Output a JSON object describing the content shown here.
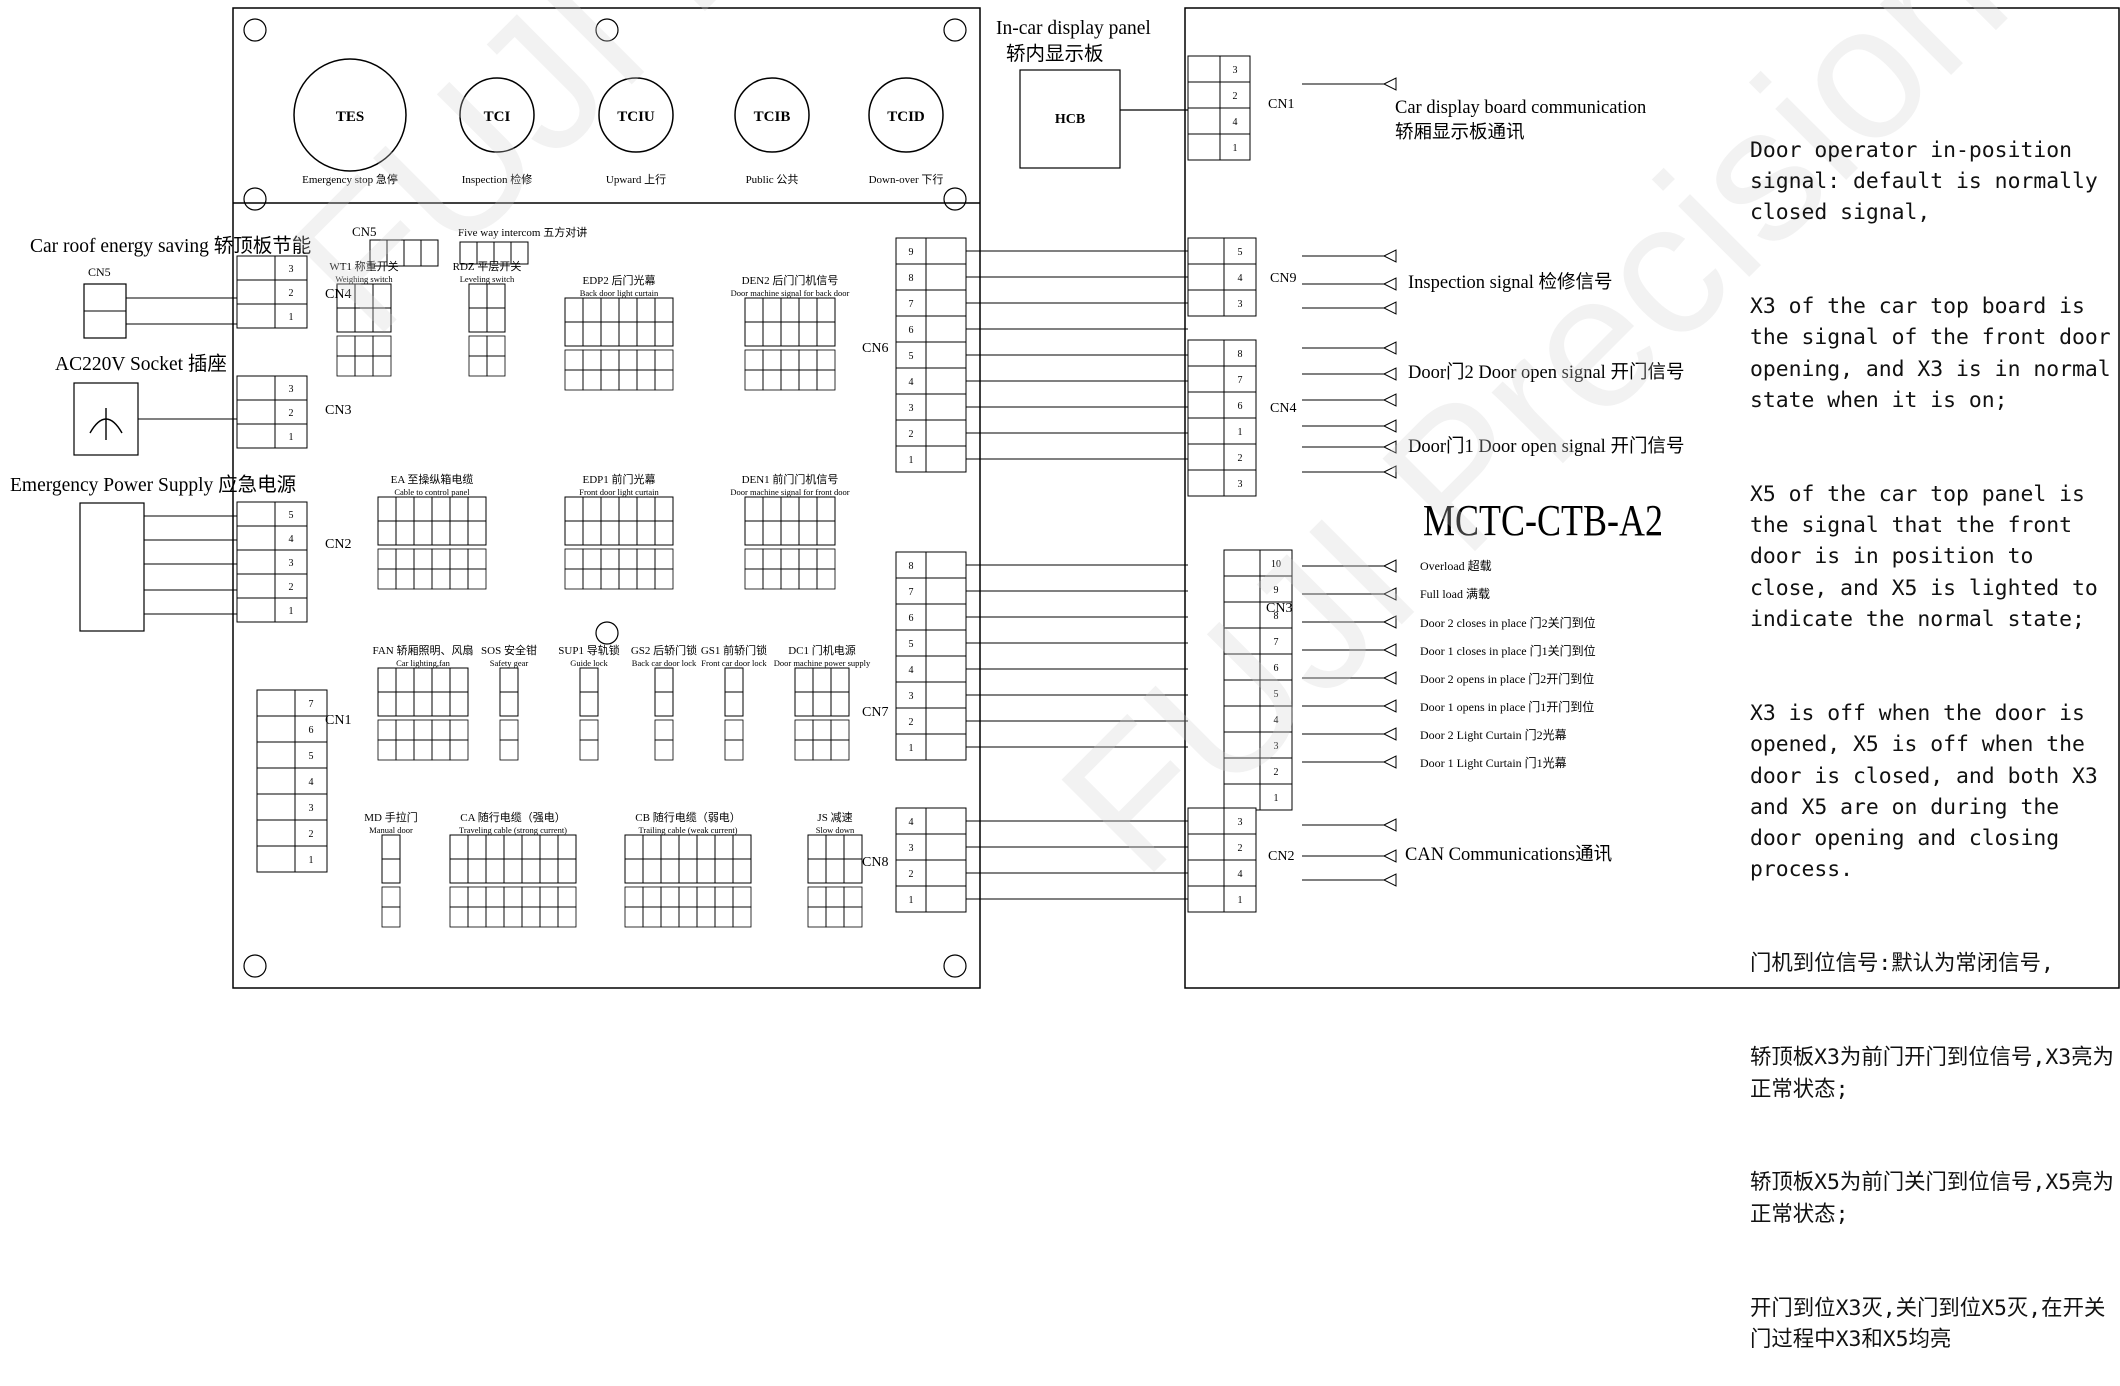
{
  "board": {
    "title": "MCTC-CTB-A2",
    "buttons": [
      {
        "id": "TES",
        "caption": "Emergency stop 急停"
      },
      {
        "id": "TCI",
        "caption": "Inspection 检修"
      },
      {
        "id": "TCIU",
        "caption": "Upward 上行"
      },
      {
        "id": "TCIB",
        "caption": "Public 公共"
      },
      {
        "id": "TCID",
        "caption": "Down-over 下行"
      }
    ],
    "cn5_top": {
      "label": "CN5",
      "intercom": "Five way intercom 五方对讲"
    },
    "blocks": [
      {
        "id": "wt1",
        "title": "WT1 称重开关",
        "sub": "Weighing switch"
      },
      {
        "id": "rdz",
        "title": "RDZ 平层开关",
        "sub": "Leveling switch"
      },
      {
        "id": "edp2",
        "title": "EDP2 后门光幕",
        "sub": "Back door light curtain"
      },
      {
        "id": "den2",
        "title": "DEN2 后门门机信号",
        "sub": "Door machine signal for back door"
      },
      {
        "id": "ea",
        "title": "EA 至操纵箱电缆",
        "sub": "Cable to control panel"
      },
      {
        "id": "edp1",
        "title": "EDP1 前门光幕",
        "sub": "Front door light curtain"
      },
      {
        "id": "den1",
        "title": "DEN1 前门门机信号",
        "sub": "Door machine signal for front door"
      },
      {
        "id": "fan",
        "title": "FAN 轿厢照明、风扇",
        "sub": "Car lighting,fan"
      },
      {
        "id": "sos",
        "title": "SOS 安全钳",
        "sub": "Safety gear"
      },
      {
        "id": "sup1",
        "title": "SUP1 导轨锁",
        "sub": "Guide lock"
      },
      {
        "id": "gs2",
        "title": "GS2 后轿门锁",
        "sub": "Back car door lock"
      },
      {
        "id": "gs1",
        "title": "GS1 前轿门锁",
        "sub": "Front car door lock"
      },
      {
        "id": "dc1",
        "title": "DC1 门机电源",
        "sub": "Door machine power supply"
      },
      {
        "id": "md",
        "title": "MD 手拉门",
        "sub": "Manual door"
      },
      {
        "id": "ca",
        "title": "CA 随行电缆（强电）",
        "sub": "Traveling cable (strong current)"
      },
      {
        "id": "cb",
        "title": "CB 随行电缆（弱电）",
        "sub": "Trailing cable (weak current)"
      },
      {
        "id": "js",
        "title": "JS 减速",
        "sub": "Slow down"
      }
    ],
    "left_connectors": [
      {
        "label": "CN4",
        "pins": [
          "3",
          "2",
          "1"
        ]
      },
      {
        "label": "CN3",
        "pins": [
          "3",
          "2",
          "1"
        ]
      },
      {
        "label": "CN2",
        "pins": [
          "5",
          "4",
          "3",
          "2",
          "1"
        ]
      },
      {
        "label": "CN1",
        "pins": [
          "7",
          "6",
          "5",
          "4",
          "3",
          "2",
          "1"
        ]
      }
    ],
    "right_connectors": [
      {
        "label": "CN6",
        "pins": [
          "9",
          "8",
          "7",
          "6",
          "5",
          "4",
          "3",
          "2",
          "1"
        ]
      },
      {
        "label": "CN7",
        "pins": [
          "8",
          "7",
          "6",
          "5",
          "4",
          "3",
          "2",
          "1"
        ]
      },
      {
        "label": "CN8",
        "pins": [
          "4",
          "3",
          "2",
          "1"
        ]
      }
    ]
  },
  "left_side": {
    "energy_saving": {
      "title": "Car roof energy saving 轿顶板节能",
      "cn_label": "CN5"
    },
    "socket": {
      "title": "AC220V Socket 插座"
    },
    "emergency_power": {
      "title": "Emergency Power Supply 应急电源"
    }
  },
  "display": {
    "title_en": "In-car display panel",
    "title_cn": "轿内显示板",
    "hcb": "HCB",
    "cn_label": "CN1",
    "pins": [
      "3",
      "2",
      "4",
      "1"
    ]
  },
  "right_board": {
    "connectors": [
      {
        "label": "CN9",
        "pins": [
          "5",
          "4",
          "3"
        ]
      },
      {
        "label": "CN4",
        "pins": [
          "8",
          "7",
          "6",
          "1",
          "2",
          "3"
        ]
      },
      {
        "label": "CN3",
        "pins": [
          "10",
          "9",
          "8",
          "7",
          "6",
          "5",
          "4",
          "3",
          "2",
          "1"
        ]
      },
      {
        "label": "CN2",
        "pins": [
          "3",
          "2",
          "4",
          "1"
        ]
      }
    ],
    "signals": [
      {
        "text": "Car display board communication"
      },
      {
        "text": "轿厢显示板通讯"
      },
      {
        "text": "Inspection signal 检修信号"
      },
      {
        "text": "Door门2 Door open signal 开门信号"
      },
      {
        "text": "Door门1 Door open signal 开门信号"
      },
      {
        "text": "Overload 超载"
      },
      {
        "text": "Full load 满载"
      },
      {
        "text": "Door 2 closes in place 门2关门到位"
      },
      {
        "text": "Door 1 closes in place 门1关门到位"
      },
      {
        "text": "Door 2 opens in place 门2开门到位"
      },
      {
        "text": "Door 1 opens in place 门1开门到位"
      },
      {
        "text": "Door 2 Light Curtain 门2光幕"
      },
      {
        "text": "Door 1 Light Curtain 门1光幕"
      },
      {
        "text": "CAN Communications通讯"
      }
    ]
  },
  "description": {
    "en": [
      "Door operator in-position signal: default is normally closed signal,",
      "X3 of the car top board is the signal of the front door opening, and X3 is in normal state when it is on;",
      "X5 of the car top panel is the signal that the front door is in position to close, and X5 is lighted to indicate the normal state;",
      "X3 is off when the door is opened, X5 is off when the door is closed, and both X3 and X5 are on during the door opening and closing process."
    ],
    "cn": [
      "门机到位信号:默认为常闭信号,",
      "轿顶板X3为前门开门到位信号,X3亮为正常状态;",
      "轿顶板X5为前门关门到位信号,X5亮为正常状态;",
      "开门到位X3灭,关门到位X5灭,在开关门过程中X3和X5均亮"
    ]
  }
}
